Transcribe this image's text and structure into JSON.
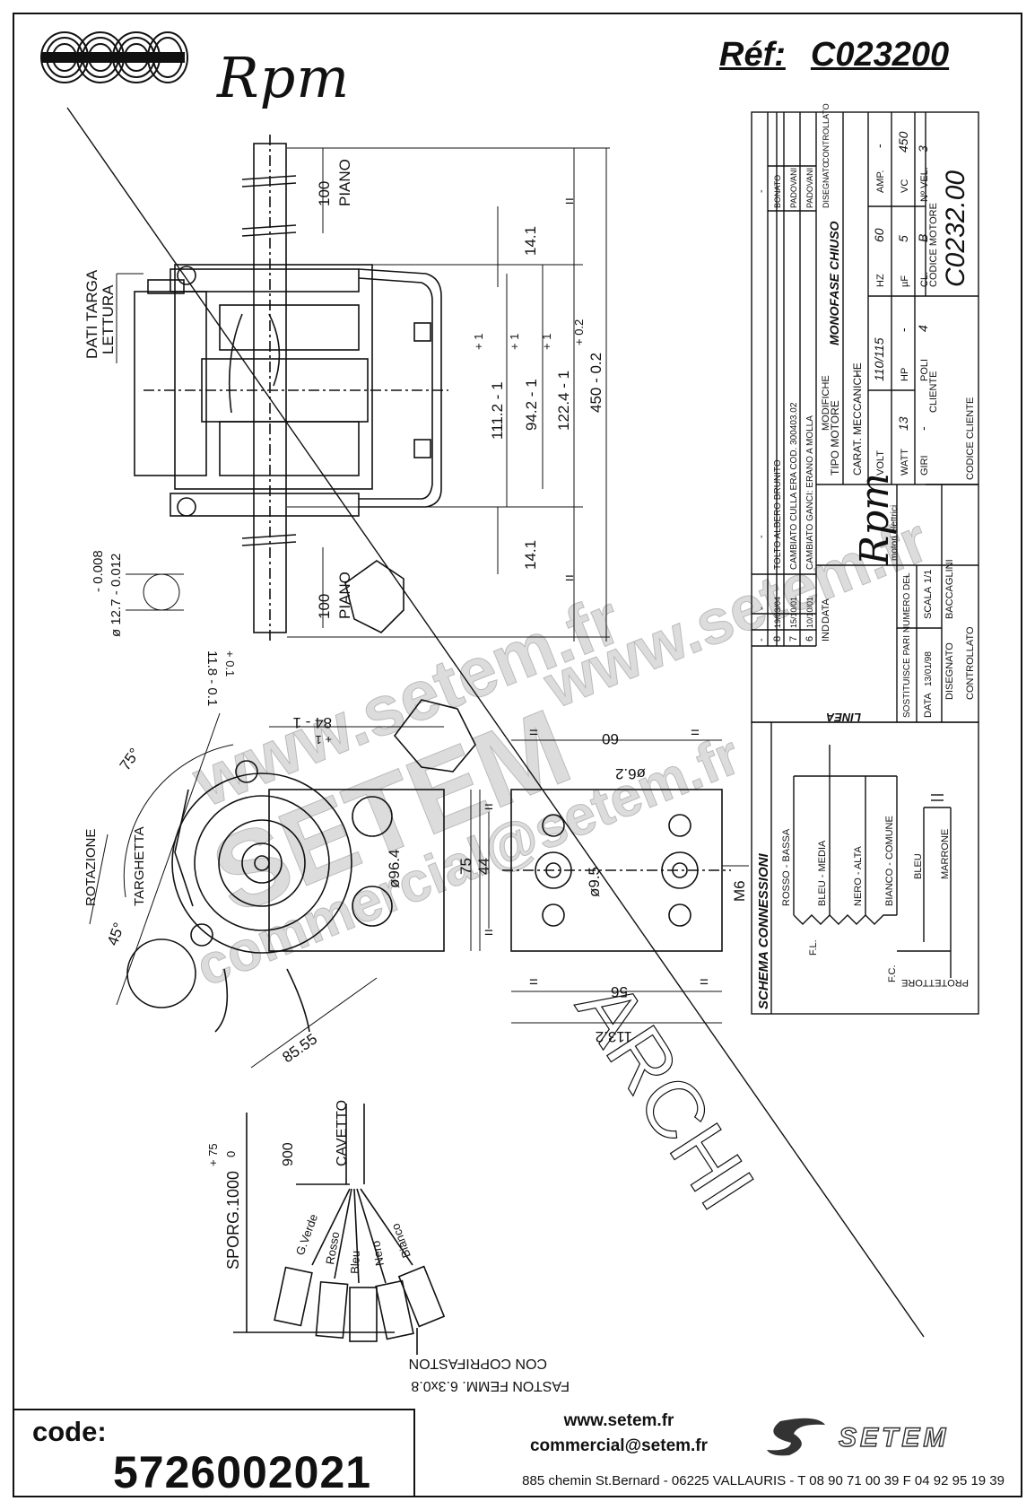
{
  "header": {
    "brand": "Rpm",
    "ref_label": "Réf:",
    "ref_value": "C023200"
  },
  "drawing": {
    "front_view": {
      "dims": [
        "100",
        "PIANO",
        "14.1",
        "111.2 - 1",
        "+ 1",
        "94.2 - 1",
        "+ 1",
        "122.4 - 1",
        "+ 1",
        "450 - 0.2",
        "+ 0.2",
        "14.1",
        "100",
        "PIANO",
        "=",
        "="
      ],
      "labels": [
        "DATI TARGA",
        "LETTURA"
      ],
      "shaft": [
        "- 0.008",
        "ø 12.7 - 0.012",
        "11.8 - 0.1",
        "+ 0.1"
      ]
    },
    "side_view": {
      "dims": [
        "75°",
        "84 - 1",
        "+ 1",
        "ø96.4",
        "85.55",
        "45°"
      ],
      "labels": [
        "ROTAZIONE",
        "TARGHETTA"
      ]
    },
    "mount_view": {
      "dims": [
        "=",
        "60",
        "=",
        "ø6.2",
        "75",
        "44",
        "=",
        "=",
        "ø9.5",
        "M6",
        "=",
        "56",
        "=",
        "113.2"
      ]
    },
    "cable": {
      "labels": [
        "CAVETTO",
        "900",
        "SPORG.1000",
        "+ 75",
        "0"
      ],
      "wires": [
        "G.Verde",
        "Rosso",
        "Bleu",
        "Nero",
        "Bianco"
      ],
      "fastons": [
        "CON COPRIFASTON",
        "FASTON FEMM. 6.3x0.8"
      ]
    },
    "archive_stamp": "ARCHI",
    "watermarks": [
      "www.setem.fr",
      "SETEM",
      "commercial@setem.fr",
      "www.setem.fr"
    ]
  },
  "title_block": {
    "revisions": [
      {
        "n": "-",
        "date": "-",
        "desc": "-",
        "by": "-"
      },
      {
        "n": "8",
        "date": "19/03/04",
        "desc": "TOLTO ALBERO BRUNITO",
        "by": "BONATO"
      },
      {
        "n": "7",
        "date": "15/10/01",
        "desc": "CAMBIATO CULLA ERA COD. 300403.02",
        "by": "PADOVANI"
      },
      {
        "n": "6",
        "date": "10/10/01",
        "desc": "CAMBIATO GANCI: ERANO A MOLLA",
        "by": "PADOVANI"
      }
    ],
    "rev_headers": [
      "IND",
      "DATA",
      "MODIFICHE",
      "DISEGNATO",
      "CONTROLLATO"
    ],
    "tipo_motore_label": "TIPO MOTORE",
    "tipo_motore": "MONOFASE CHIUSO",
    "carat_label": "CARAT. MECCANICHE",
    "carat_value": "-",
    "volt_label": "VOLT",
    "volt": "110/115",
    "hz_label": "HZ",
    "hz": "60",
    "amp_label": "AMP.",
    "amp": "-",
    "watt_label": "WATT",
    "watt": "13",
    "hp_label": "HP",
    "hp": "-",
    "uf_label": "µF",
    "uf": "5",
    "vc_label": "VC",
    "vc": "450",
    "giri_label": "GIRI",
    "giri": "-",
    "poli_label": "POLI",
    "poli": "4",
    "cl_label": "CL.",
    "cl": "B",
    "nvel_label": "Nº VEL.",
    "nvel": "3",
    "cliente_label": "CLIENTE",
    "codice_motore_label": "CODICE MOTORE",
    "codice_motore": "C0232.00",
    "codice_cliente_label": "CODICE CLIENTE",
    "company": "Rpm",
    "company_sub": "motori elettrici",
    "sostituisce_label": "SOSTITUISCE PARI NUMERO DEL",
    "sostituisce": "-",
    "data_label": "DATA",
    "data": "13/01/98",
    "scala_label": "SCALA",
    "scala": "1/1",
    "disegnato_label": "DISEGNATO",
    "disegnato": "BACCAGLINI",
    "controllato_label": "CONTROLLATO"
  },
  "schema": {
    "title": "SCHEMA CONNESSIONI",
    "linea": "LINEA",
    "wires": [
      "ROSSO - BASSA",
      "BLEU - MEDIA",
      "NERO - ALTA",
      "BIANCO - COMUNE",
      "BLEU",
      "MARRONE"
    ],
    "fl": "F.L.",
    "fc": "F.C.",
    "protettore": "PROTETTORE"
  },
  "footer": {
    "code_label": "code:",
    "code_value": "5726002021",
    "website": "www.setem.fr",
    "email": "commercial@setem.fr",
    "address": "885 chemin St.Bernard  -  06225 VALLAURIS  -  T 08 90 71 00 39   F 04 92 95 19 39",
    "setem_logo": "SETEM"
  }
}
